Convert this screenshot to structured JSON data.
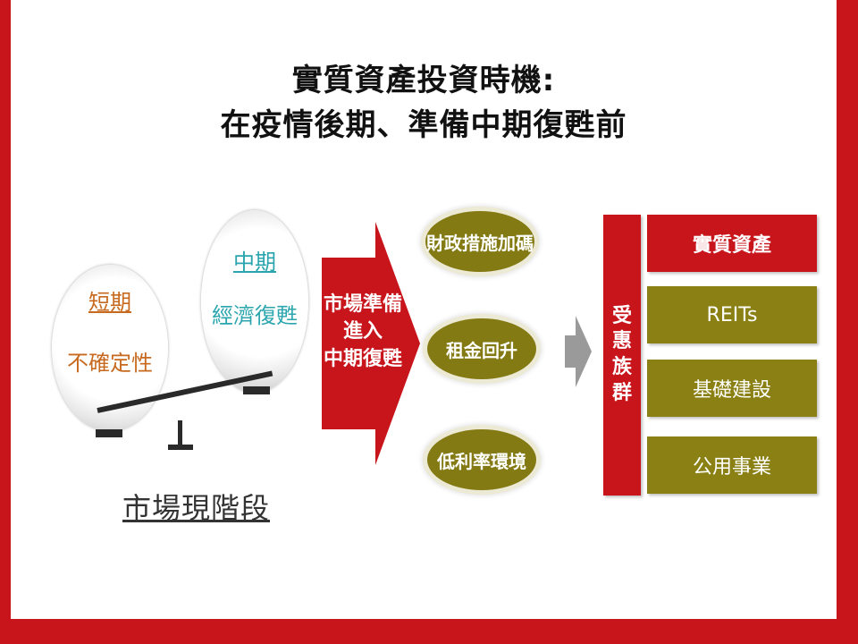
{
  "title": {
    "line1": "實質資產投資時機:",
    "line2": "在疫情後期、準備中期復甦前"
  },
  "balance": {
    "left_ball": {
      "line1": "短期",
      "line2": "不確定性"
    },
    "right_ball": {
      "line1": "中期",
      "line2": "經濟復甦"
    },
    "label": "市場現階段"
  },
  "arrow_text": {
    "line1": "市場準備",
    "line2": "進入",
    "line3": "中期復甦"
  },
  "factors": [
    "財政措施加碼",
    "租金回升",
    "低利率環境"
  ],
  "beneficiary": {
    "line1": "受惠",
    "line2": "族群"
  },
  "sectors": [
    "實質資產",
    "REITs",
    "基礎建設",
    "公用事業"
  ],
  "colors": {
    "brand_red": "#c8141b",
    "olive": "#847a13",
    "orange_text": "#c76a1f",
    "teal_text": "#2aa5ae",
    "grey_arrow": "#9a9a9a"
  }
}
